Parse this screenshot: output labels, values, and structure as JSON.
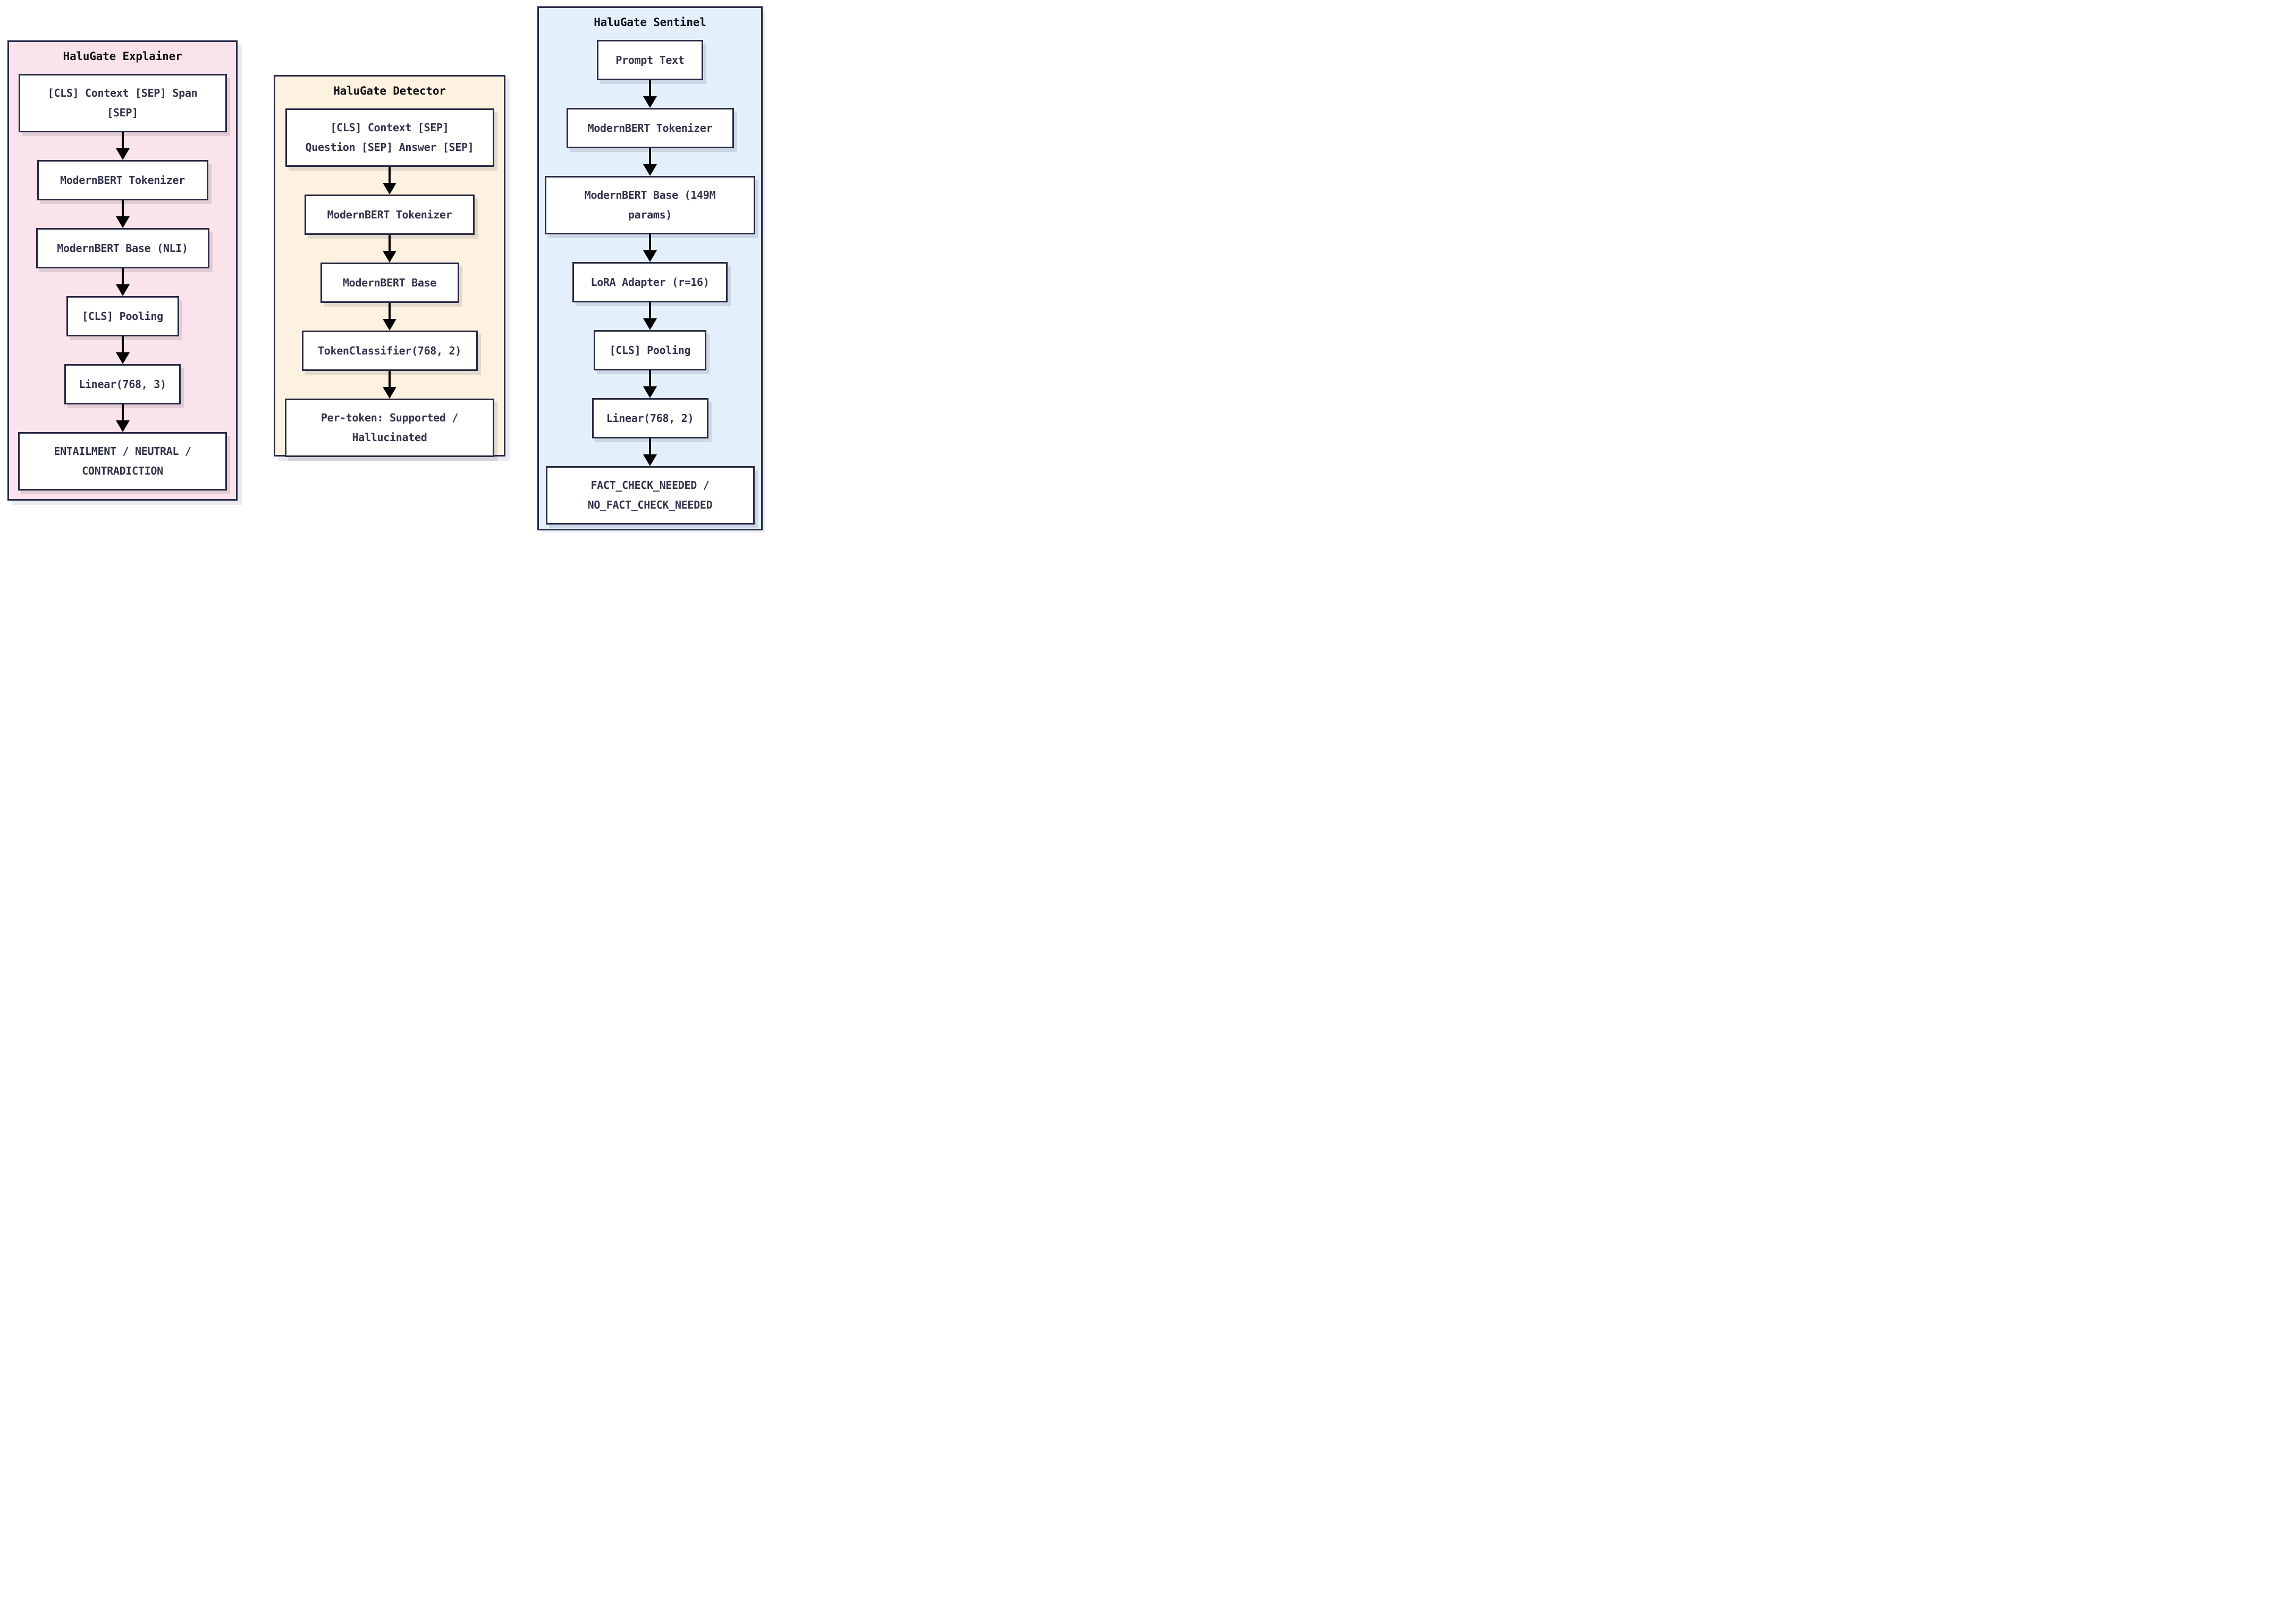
{
  "diagram": {
    "colors": {
      "page_bg": "#ffffff",
      "outline": "#282944",
      "node_bg": "#ffffff",
      "node_text": "#32334b",
      "title_text": "#0e0f16",
      "arrow": "#000000",
      "explainer_bg": "#fbe3eb",
      "detector_bg": "#fdf1e0",
      "sentinel_bg": "#e3f0fc"
    },
    "panels": [
      {
        "title": "HaluGate Explainer",
        "nodes": [
          "[CLS] Context [SEP] Span\n[SEP]",
          "ModernBERT Tokenizer",
          "ModernBERT Base (NLI)",
          "[CLS] Pooling",
          "Linear(768, 3)",
          "ENTAILMENT / NEUTRAL /\nCONTRADICTION"
        ]
      },
      {
        "title": "HaluGate Detector",
        "nodes": [
          "[CLS] Context [SEP]\nQuestion [SEP] Answer [SEP]",
          "ModernBERT Tokenizer",
          "ModernBERT Base",
          "TokenClassifier(768, 2)",
          "Per-token: Supported /\nHallucinated"
        ]
      },
      {
        "title": "HaluGate Sentinel",
        "nodes": [
          "Prompt Text",
          "ModernBERT Tokenizer",
          "ModernBERT Base (149M\nparams)",
          "LoRA Adapter (r=16)",
          "[CLS] Pooling",
          "Linear(768, 2)",
          "FACT_CHECK_NEEDED /\nNO_FACT_CHECK_NEEDED"
        ]
      }
    ]
  }
}
